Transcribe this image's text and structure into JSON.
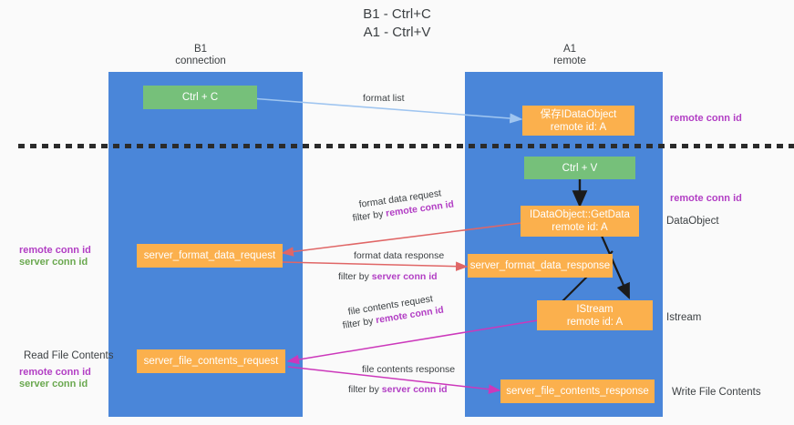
{
  "title": "B1 - Ctrl+C\nA1 - Ctrl+V",
  "columns": {
    "left": "B1\nconnection",
    "right": "A1\nremote"
  },
  "boxes": {
    "ctrl_c": "Ctrl + C",
    "save_idataobject": "保存IDataObject\nremote id: A",
    "ctrl_v": "Ctrl + V",
    "getdata": "IDataObject::GetData\nremote id: A",
    "server_format_data_request": "server_format_data_request",
    "server_format_data_response": "server_format_data_response",
    "istream": "IStream\nremote id: A",
    "server_file_contents_request": "server_file_contents_request",
    "server_file_contents_response": "server_file_contents_response"
  },
  "edge_labels": {
    "format_list": "format list",
    "format_data_request": "format data request",
    "format_data_request_filter_prefix": "filter by ",
    "format_data_request_filter_key": "remote conn id",
    "format_data_response": "format data response",
    "format_data_response_filter_prefix": "filter by ",
    "format_data_response_filter_key": "server conn id",
    "file_contents_request": "file contents request",
    "file_contents_request_filter_prefix": "filter by ",
    "file_contents_request_filter_key": "remote conn id",
    "file_contents_response": "file contents response",
    "file_contents_response_filter_prefix": "filter by ",
    "file_contents_response_filter_key": "server conn id"
  },
  "right_labels": {
    "remote_conn_id_1": "remote conn id",
    "remote_conn_id_2": "remote conn id",
    "data_object": "DataObject",
    "istream": "Istream",
    "write_file_contents": "Write File Contents"
  },
  "left_labels": {
    "remote_conn_id": "remote conn id",
    "server_conn_id": "server conn id",
    "read_file_contents": "Read File Contents",
    "remote_conn_id_2": "remote conn id",
    "server_conn_id_2": "server conn id"
  },
  "colors": {
    "panel": "#4a86d9",
    "green_box": "#76c07a",
    "orange_box": "#fbb04d",
    "purple_text": "#b23ec4",
    "green_text": "#6aa84f",
    "arrow_blue": "#9fc5f0",
    "arrow_red": "#e06666",
    "arrow_magenta": "#cc38bb",
    "arrow_black": "#1b1b1b",
    "background": "#fafafa"
  }
}
